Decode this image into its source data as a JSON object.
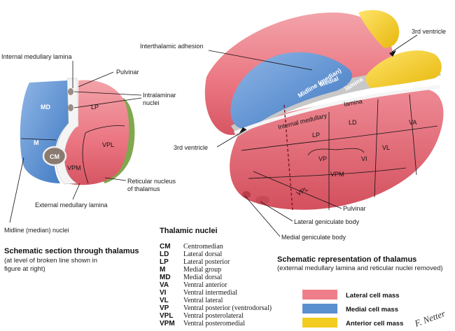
{
  "left_section": {
    "labels": {
      "internal_medullary_lamina": "Internal medullary lamina",
      "pulvinar": "Pulvinar",
      "intralaminar_line1": "Intralaminar",
      "intralaminar_line2": "nuclei",
      "reticular_line1": "Reticular nucleus",
      "reticular_line2": "of thalamus",
      "external_medullary_lamina": "External medullary lamina",
      "midline_nuclei": "Midline (median) nuclei"
    },
    "region_labels": {
      "md": "MD",
      "lp": "LP",
      "m": "M",
      "cm": "CM",
      "vpl": "VPL",
      "vpm": "VPM"
    },
    "caption_title": "Schematic section through thalamus",
    "caption_line1": "(at level of broken line shown in",
    "caption_line2": "figure at right)"
  },
  "right_section": {
    "labels": {
      "third_ventricle_top": "3rd ventricle",
      "interthalamic_adhesion": "Interthalamic adhesion",
      "third_ventricle_left": "3rd ventricle",
      "pulvinar": "Pulvinar",
      "lateral_geniculate": "Lateral geniculate body",
      "medial_geniculate": "Medial geniculate body"
    },
    "surface_labels": {
      "midline": "Midline (median)",
      "medial": "Medial",
      "lamina_top": "lamina",
      "lamina_mid": "lamina",
      "internal_medullary": "Internal medullary",
      "lp": "LP",
      "ld": "LD",
      "va": "VA",
      "vp": "VP",
      "vpm": "VPM",
      "vi": "VI",
      "vl": "VL",
      "vpl": "VPL"
    },
    "caption_title": "Schematic representation of thalamus",
    "caption_sub": "(external medullary lamina and reticular nuclei removed)"
  },
  "nuclei_table": {
    "title": "Thalamic nuclei",
    "rows": [
      {
        "abbr": "CM",
        "name": "Centromedian"
      },
      {
        "abbr": "LD",
        "name": "Lateral dorsal"
      },
      {
        "abbr": "LP",
        "name": "Lateral posterior"
      },
      {
        "abbr": "M",
        "name": "Medial group"
      },
      {
        "abbr": "MD",
        "name": "Medial dorsal"
      },
      {
        "abbr": "VA",
        "name": "Ventral anterior"
      },
      {
        "abbr": "VI",
        "name": "Ventral intermedial"
      },
      {
        "abbr": "VL",
        "name": "Ventral lateral"
      },
      {
        "abbr": "VP",
        "name": "Ventral posterior (ventrodorsal)"
      },
      {
        "abbr": "VPL",
        "name": "Ventral posterolateral"
      },
      {
        "abbr": "VPM",
        "name": "Ventral posteromedial"
      }
    ]
  },
  "legend": {
    "items": [
      {
        "label": "Lateral cell mass",
        "color": "#ee7f8a"
      },
      {
        "label": "Medial cell mass",
        "color": "#5a8fd0"
      },
      {
        "label": "Anterior cell mass",
        "color": "#f2cc1e"
      }
    ]
  },
  "signature": "F. Netter"
}
